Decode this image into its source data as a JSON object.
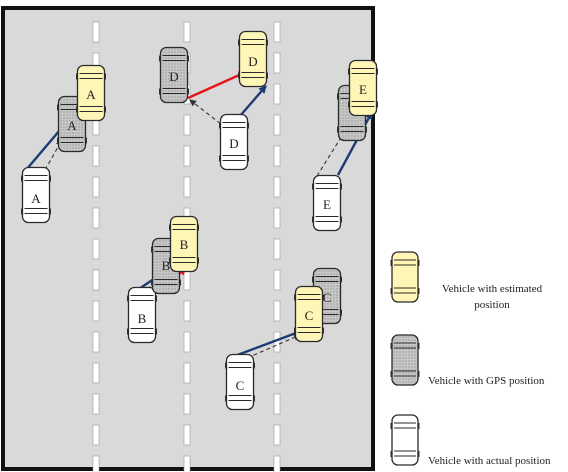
{
  "diagram": {
    "vehicle_labels": {
      "a": "A",
      "b": "B",
      "c": "C",
      "d": "D",
      "e": "E"
    },
    "legend": {
      "estimated_line1": "Vehicle with estimated",
      "estimated_line2": "position",
      "gps": "Vehicle with GPS position",
      "actual": "Vehicle with actual position"
    },
    "colors": {
      "road": "#d9d9d9",
      "border": "#111111",
      "lane_marking": "#ffffff",
      "estimated_fill": "#fdf6b7",
      "gps_fill": "#bdbdbd",
      "actual_fill": "#ffffff",
      "actual_to_estimated_arrow": "#1f3b73",
      "gps_to_estimated_arrow": "#e8141c",
      "actual_to_gps_arrow": "#333333"
    }
  }
}
